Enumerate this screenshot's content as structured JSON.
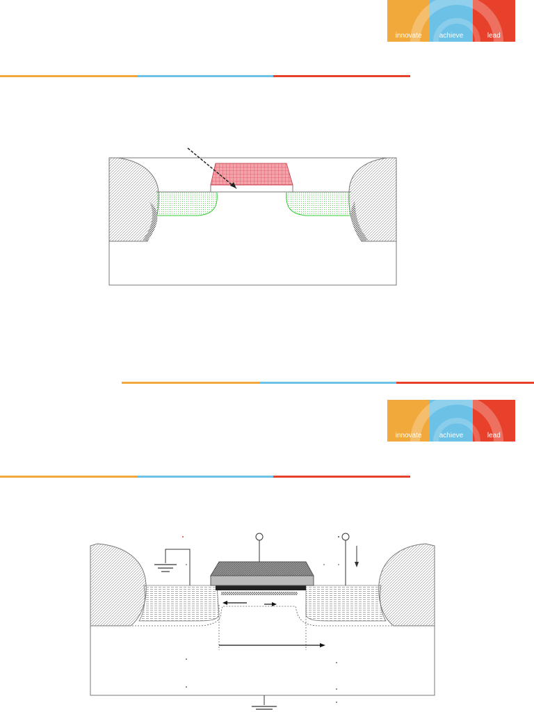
{
  "colors": {
    "orange": "#f2a93b",
    "blue": "#6cc1e6",
    "red": "#e8412b",
    "gate_red": "#e8707a",
    "green": "#33cc33"
  },
  "logo": {
    "words": [
      "innovate",
      "achieve",
      "lead"
    ]
  },
  "icons": {
    "logo_mark": "gear-arc-icon",
    "ground": "ground-icon",
    "terminal": "terminal-circle-icon"
  }
}
